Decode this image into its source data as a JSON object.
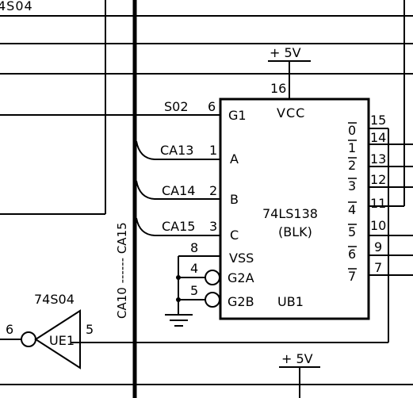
{
  "top_left_label": "4S04",
  "supply_top": "+ 5V",
  "supply_bottom": "+ 5V",
  "bus_label": "CA10 ------ CA15",
  "decoder": {
    "part": "74LS138",
    "variant": "(BLK)",
    "ref": "UB1",
    "vcc_label": "VCC",
    "vcc_pin": "16",
    "inputs": [
      {
        "net": "S02",
        "pin": "6",
        "name": "G1"
      },
      {
        "net": "CA13",
        "pin": "1",
        "name": "A"
      },
      {
        "net": "CA14",
        "pin": "2",
        "name": "B"
      },
      {
        "net": "CA15",
        "pin": "3",
        "name": "C"
      },
      {
        "net": "",
        "pin": "8",
        "name": "VSS"
      },
      {
        "net": "",
        "pin": "4",
        "name": "G2A"
      },
      {
        "net": "",
        "pin": "5",
        "name": "G2B"
      }
    ],
    "outputs": [
      {
        "name": "0",
        "pin": "15"
      },
      {
        "name": "1",
        "pin": "14"
      },
      {
        "name": "2",
        "pin": "13"
      },
      {
        "name": "3",
        "pin": "12"
      },
      {
        "name": "4",
        "pin": "11"
      },
      {
        "name": "5",
        "pin": "10"
      },
      {
        "name": "6",
        "pin": "9"
      },
      {
        "name": "7",
        "pin": "7"
      }
    ]
  },
  "inverter": {
    "part": "74S04",
    "ref": "UE1",
    "in_pin": "6",
    "out_pin": "5"
  }
}
